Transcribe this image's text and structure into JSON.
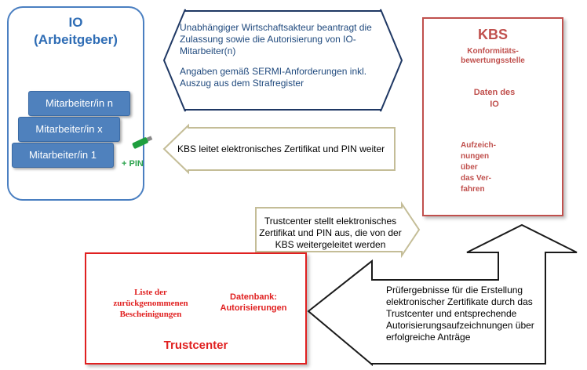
{
  "io": {
    "title_line1": "IO",
    "title_line2": "(Arbeitgeber)",
    "employees": [
      "Mitarbeiter/in n",
      "Mitarbeiter/in x",
      "Mitarbeiter/in 1"
    ],
    "pin_label": "+ PIN"
  },
  "top_arrow": {
    "line1": "Unabhängiger Wirtschaftsakteur beantragt die",
    "line2": "Zulassung sowie die Autorisierung von IO-",
    "line3": "Mitarbeiter(n)",
    "line4": "Angaben gemäß SERMI-Anforderungen inkl.",
    "line5": "Auszug aus dem Strafregister"
  },
  "kbs_arrow": {
    "text": "KBS leitet elektronisches Zertifikat und PIN weiter"
  },
  "kbs": {
    "title": "KBS",
    "subtitle_line1": "Konformitäts-",
    "subtitle_line2": "bewertungsstelle",
    "db1_line1": "Daten des",
    "db1_line2": "IO",
    "db2_lines": [
      "Aufzeich-",
      "nungen",
      "über",
      "das Ver-",
      "fahren"
    ]
  },
  "tc_arrow": {
    "line1": "Trustcenter stellt elektronisches",
    "line2": "Zertifikat und PIN aus, die von der",
    "line3": "KBS weitergeleitet werden"
  },
  "trustcenter": {
    "title": "Trustcenter",
    "db1_line1": "Liste der",
    "db1_line2": "zurückgenommenen",
    "db1_line3": "Bescheinigungen",
    "db2_line1": "Datenbank:",
    "db2_line2": "Autorisierungen"
  },
  "results_arrow": {
    "line1": "Prüfergebnisse für die Erstellung",
    "line2": "elektronischer Zertifikate durch das",
    "line3": "Trustcenter und entsprechende",
    "line4": "Autorisierungsaufzeichnungen über",
    "line5": "erfolgreiche Anträge"
  },
  "colors": {
    "io_blue": "#4a7fc1",
    "kbs_red": "#c0504d",
    "trustcenter_red": "#e02020",
    "arrow_outline_dark": "#1f3864",
    "arrow_outline_tan": "#c4bd97"
  }
}
